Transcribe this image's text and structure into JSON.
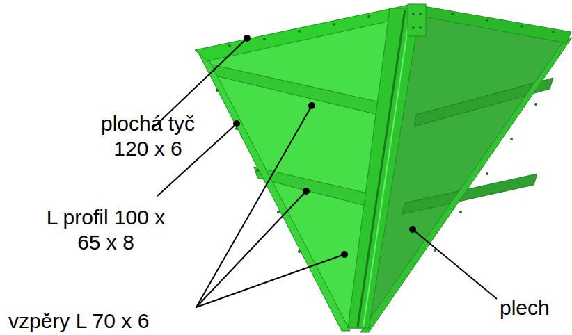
{
  "diagram": {
    "labels": [
      "plochá tyč 120 x 6",
      "L profil 100 x 65 x 8",
      "vzpěry L 70 x 6",
      "plech"
    ]
  }
}
